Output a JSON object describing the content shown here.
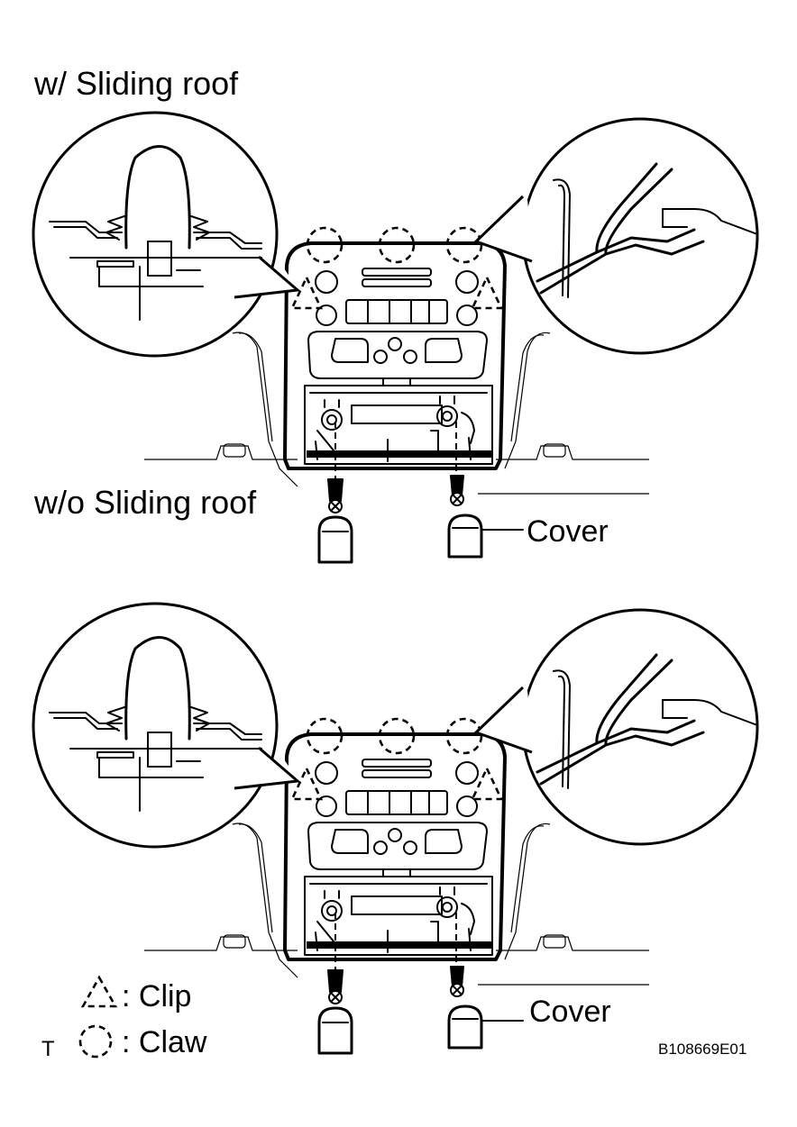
{
  "labels": {
    "with_sliding_roof": "w/ Sliding roof",
    "without_sliding_roof": "w/o Sliding roof",
    "cover_top": "Cover",
    "cover_bottom": "Cover",
    "legend_clip": ": Clip",
    "legend_claw": ": Claw",
    "legend_marker": "T",
    "figure_code": "B108669E01"
  },
  "icons": {
    "clip": "dotted-triangle-icon",
    "claw": "dotted-circle-icon"
  }
}
